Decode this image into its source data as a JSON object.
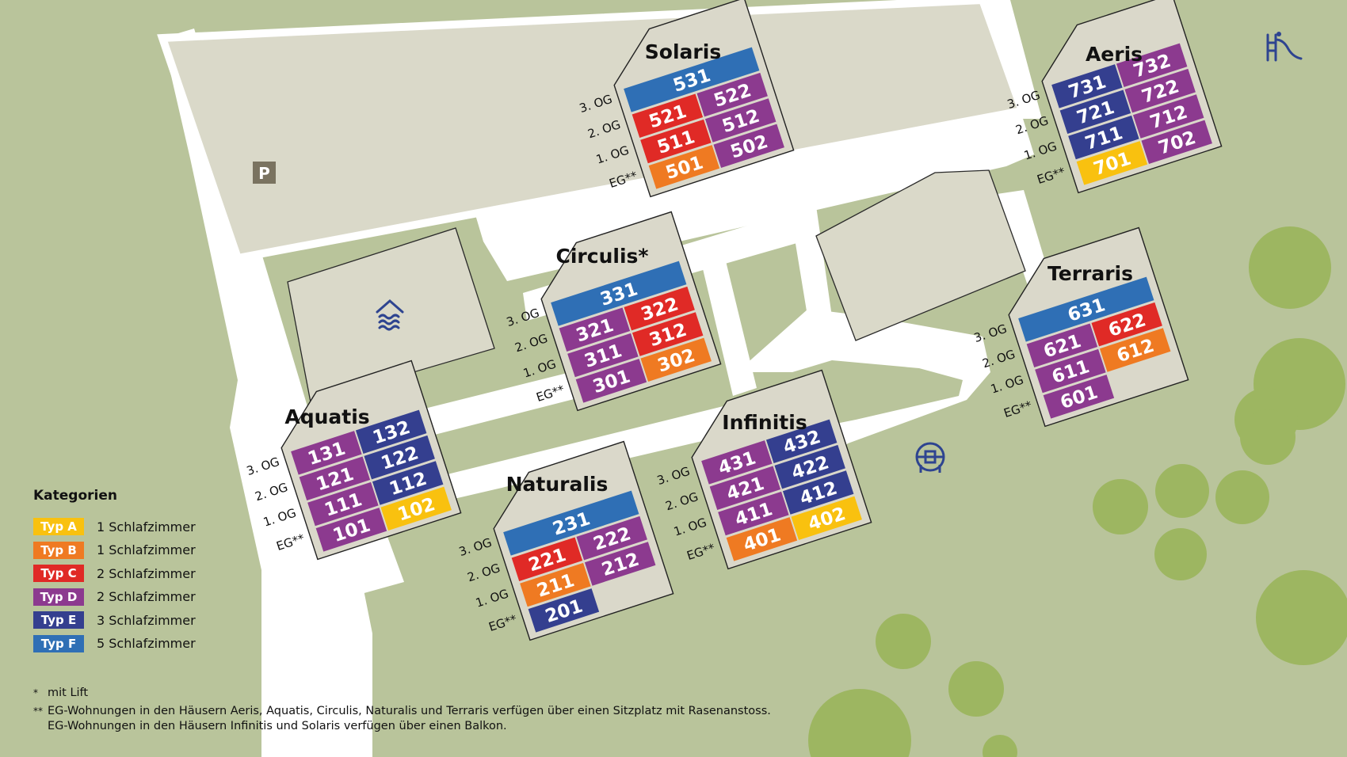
{
  "colors": {
    "ground": "#b9c49b",
    "path": "#ffffff",
    "plaza": "#dad9c9",
    "house": "#dad8ca",
    "icon": "#2e4490",
    "typ_a": "#f9c10f",
    "typ_b": "#ef7a22",
    "typ_c": "#e02a26",
    "typ_d": "#8c3a8f",
    "typ_e": "#343f8f",
    "typ_f": "#2f6fb5"
  },
  "houses": [
    {
      "name": "Solaris",
      "floors": [
        "3. OG",
        "2. OG",
        "1. OG",
        "EG**"
      ],
      "top": {
        "label": "531",
        "type": "F"
      },
      "rows": [
        [
          {
            "label": "521",
            "type": "C"
          },
          {
            "label": "522",
            "type": "D"
          }
        ],
        [
          {
            "label": "511",
            "type": "C"
          },
          {
            "label": "512",
            "type": "D"
          }
        ],
        [
          {
            "label": "501",
            "type": "B"
          },
          {
            "label": "502",
            "type": "D"
          }
        ]
      ]
    },
    {
      "name": "Aeris",
      "floors": [
        "3. OG",
        "2. OG",
        "1. OG",
        "EG**"
      ],
      "top": null,
      "rows": [
        [
          {
            "label": "731",
            "type": "E"
          },
          {
            "label": "732",
            "type": "D"
          }
        ],
        [
          {
            "label": "721",
            "type": "E"
          },
          {
            "label": "722",
            "type": "D"
          }
        ],
        [
          {
            "label": "711",
            "type": "E"
          },
          {
            "label": "712",
            "type": "D"
          }
        ],
        [
          {
            "label": "701",
            "type": "A"
          },
          {
            "label": "702",
            "type": "D"
          }
        ]
      ]
    },
    {
      "name": "Circulis*",
      "floors": [
        "3. OG",
        "2. OG",
        "1. OG",
        "EG**"
      ],
      "top": {
        "label": "331",
        "type": "F"
      },
      "rows": [
        [
          {
            "label": "321",
            "type": "D"
          },
          {
            "label": "322",
            "type": "C"
          }
        ],
        [
          {
            "label": "311",
            "type": "D"
          },
          {
            "label": "312",
            "type": "C"
          }
        ],
        [
          {
            "label": "301",
            "type": "D"
          },
          {
            "label": "302",
            "type": "B"
          }
        ]
      ]
    },
    {
      "name": "Terraris",
      "floors": [
        "3. OG",
        "2. OG",
        "1. OG",
        "EG**"
      ],
      "top": {
        "label": "631",
        "type": "F"
      },
      "rows": [
        [
          {
            "label": "621",
            "type": "D"
          },
          {
            "label": "622",
            "type": "C"
          }
        ],
        [
          {
            "label": "611",
            "type": "D"
          },
          {
            "label": "612",
            "type": "B"
          }
        ],
        [
          {
            "label": "601",
            "type": "D"
          },
          null
        ]
      ]
    },
    {
      "name": "Aquatis",
      "floors": [
        "3. OG",
        "2. OG",
        "1. OG",
        "EG**"
      ],
      "top": null,
      "rows": [
        [
          {
            "label": "131",
            "type": "D"
          },
          {
            "label": "132",
            "type": "E"
          }
        ],
        [
          {
            "label": "121",
            "type": "D"
          },
          {
            "label": "122",
            "type": "E"
          }
        ],
        [
          {
            "label": "111",
            "type": "D"
          },
          {
            "label": "112",
            "type": "E"
          }
        ],
        [
          {
            "label": "101",
            "type": "D"
          },
          {
            "label": "102",
            "type": "A"
          }
        ]
      ]
    },
    {
      "name": "Naturalis",
      "floors": [
        "3. OG",
        "2. OG",
        "1. OG",
        "EG**"
      ],
      "top": {
        "label": "231",
        "type": "F"
      },
      "rows": [
        [
          {
            "label": "221",
            "type": "C"
          },
          {
            "label": "222",
            "type": "D"
          }
        ],
        [
          {
            "label": "211",
            "type": "B"
          },
          {
            "label": "212",
            "type": "D"
          }
        ],
        [
          {
            "label": "201",
            "type": "E"
          },
          null
        ]
      ]
    },
    {
      "name": "Infinitis",
      "floors": [
        "3. OG",
        "2. OG",
        "1. OG",
        "EG**"
      ],
      "top": null,
      "rows": [
        [
          {
            "label": "431",
            "type": "D"
          },
          {
            "label": "432",
            "type": "E"
          }
        ],
        [
          {
            "label": "421",
            "type": "D"
          },
          {
            "label": "422",
            "type": "E"
          }
        ],
        [
          {
            "label": "411",
            "type": "D"
          },
          {
            "label": "412",
            "type": "E"
          }
        ],
        [
          {
            "label": "401",
            "type": "B"
          },
          {
            "label": "402",
            "type": "A"
          }
        ]
      ]
    }
  ],
  "icons": {
    "parking": {
      "symbol": "parking-sign",
      "text": "P"
    },
    "pool": "pool-icon",
    "playground": "playground-icon",
    "grill": "grill-icon"
  },
  "legend": {
    "title": "Kategorien",
    "items": [
      {
        "label": "Typ A",
        "desc": "1 Schlafzimmer",
        "type": "A"
      },
      {
        "label": "Typ B",
        "desc": "1 Schlafzimmer",
        "type": "B"
      },
      {
        "label": "Typ C",
        "desc": "2 Schlafzimmer",
        "type": "C"
      },
      {
        "label": "Typ D",
        "desc": "2 Schlafzimmer",
        "type": "D"
      },
      {
        "label": "Typ E",
        "desc": "3 Schlafzimmer",
        "type": "E"
      },
      {
        "label": "Typ F",
        "desc": "5 Schlafzimmer",
        "type": "F"
      }
    ]
  },
  "notes": [
    {
      "mark": "*",
      "lines": [
        "mit Lift"
      ]
    },
    {
      "mark": "**",
      "lines": [
        "EG-Wohnungen in den Häusern Aeris, Aquatis, Circulis, Naturalis und Terraris verfügen über einen Sitzplatz mit Rasenanstoss.",
        "EG-Wohnungen in den Häusern Infinitis und Solaris verfügen über einen Balkon."
      ]
    }
  ]
}
